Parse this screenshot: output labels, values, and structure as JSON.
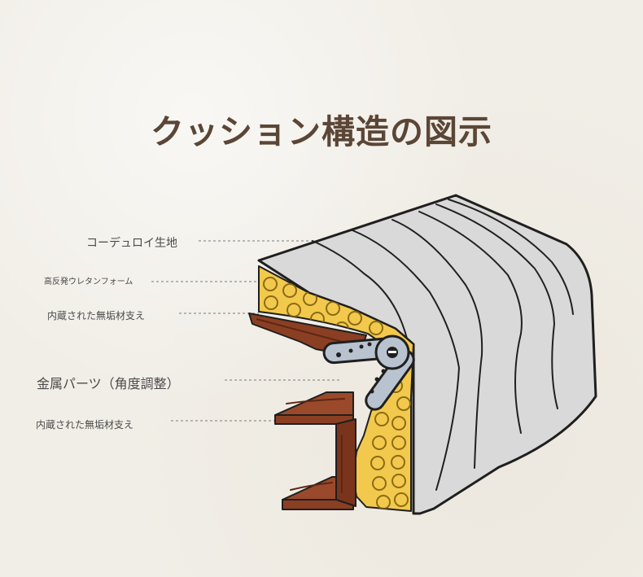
{
  "title": "クッション構造の図示",
  "labels": {
    "corduroy": "コーデュロイ生地",
    "urethane": "高反発ウレタンフォーム",
    "support1": "内蔵された無垢材支え",
    "metal": "金属パーツ（角度調整）",
    "support2": "内蔵された無垢材支え"
  },
  "colors": {
    "background": "#f1eee7",
    "title": "#5b4636",
    "fabric": "#d9d9d9",
    "foam": "#f2c94c",
    "wood": "#8b3f22",
    "metal": "#b9c2cf",
    "outline": "#1f1f1f"
  }
}
